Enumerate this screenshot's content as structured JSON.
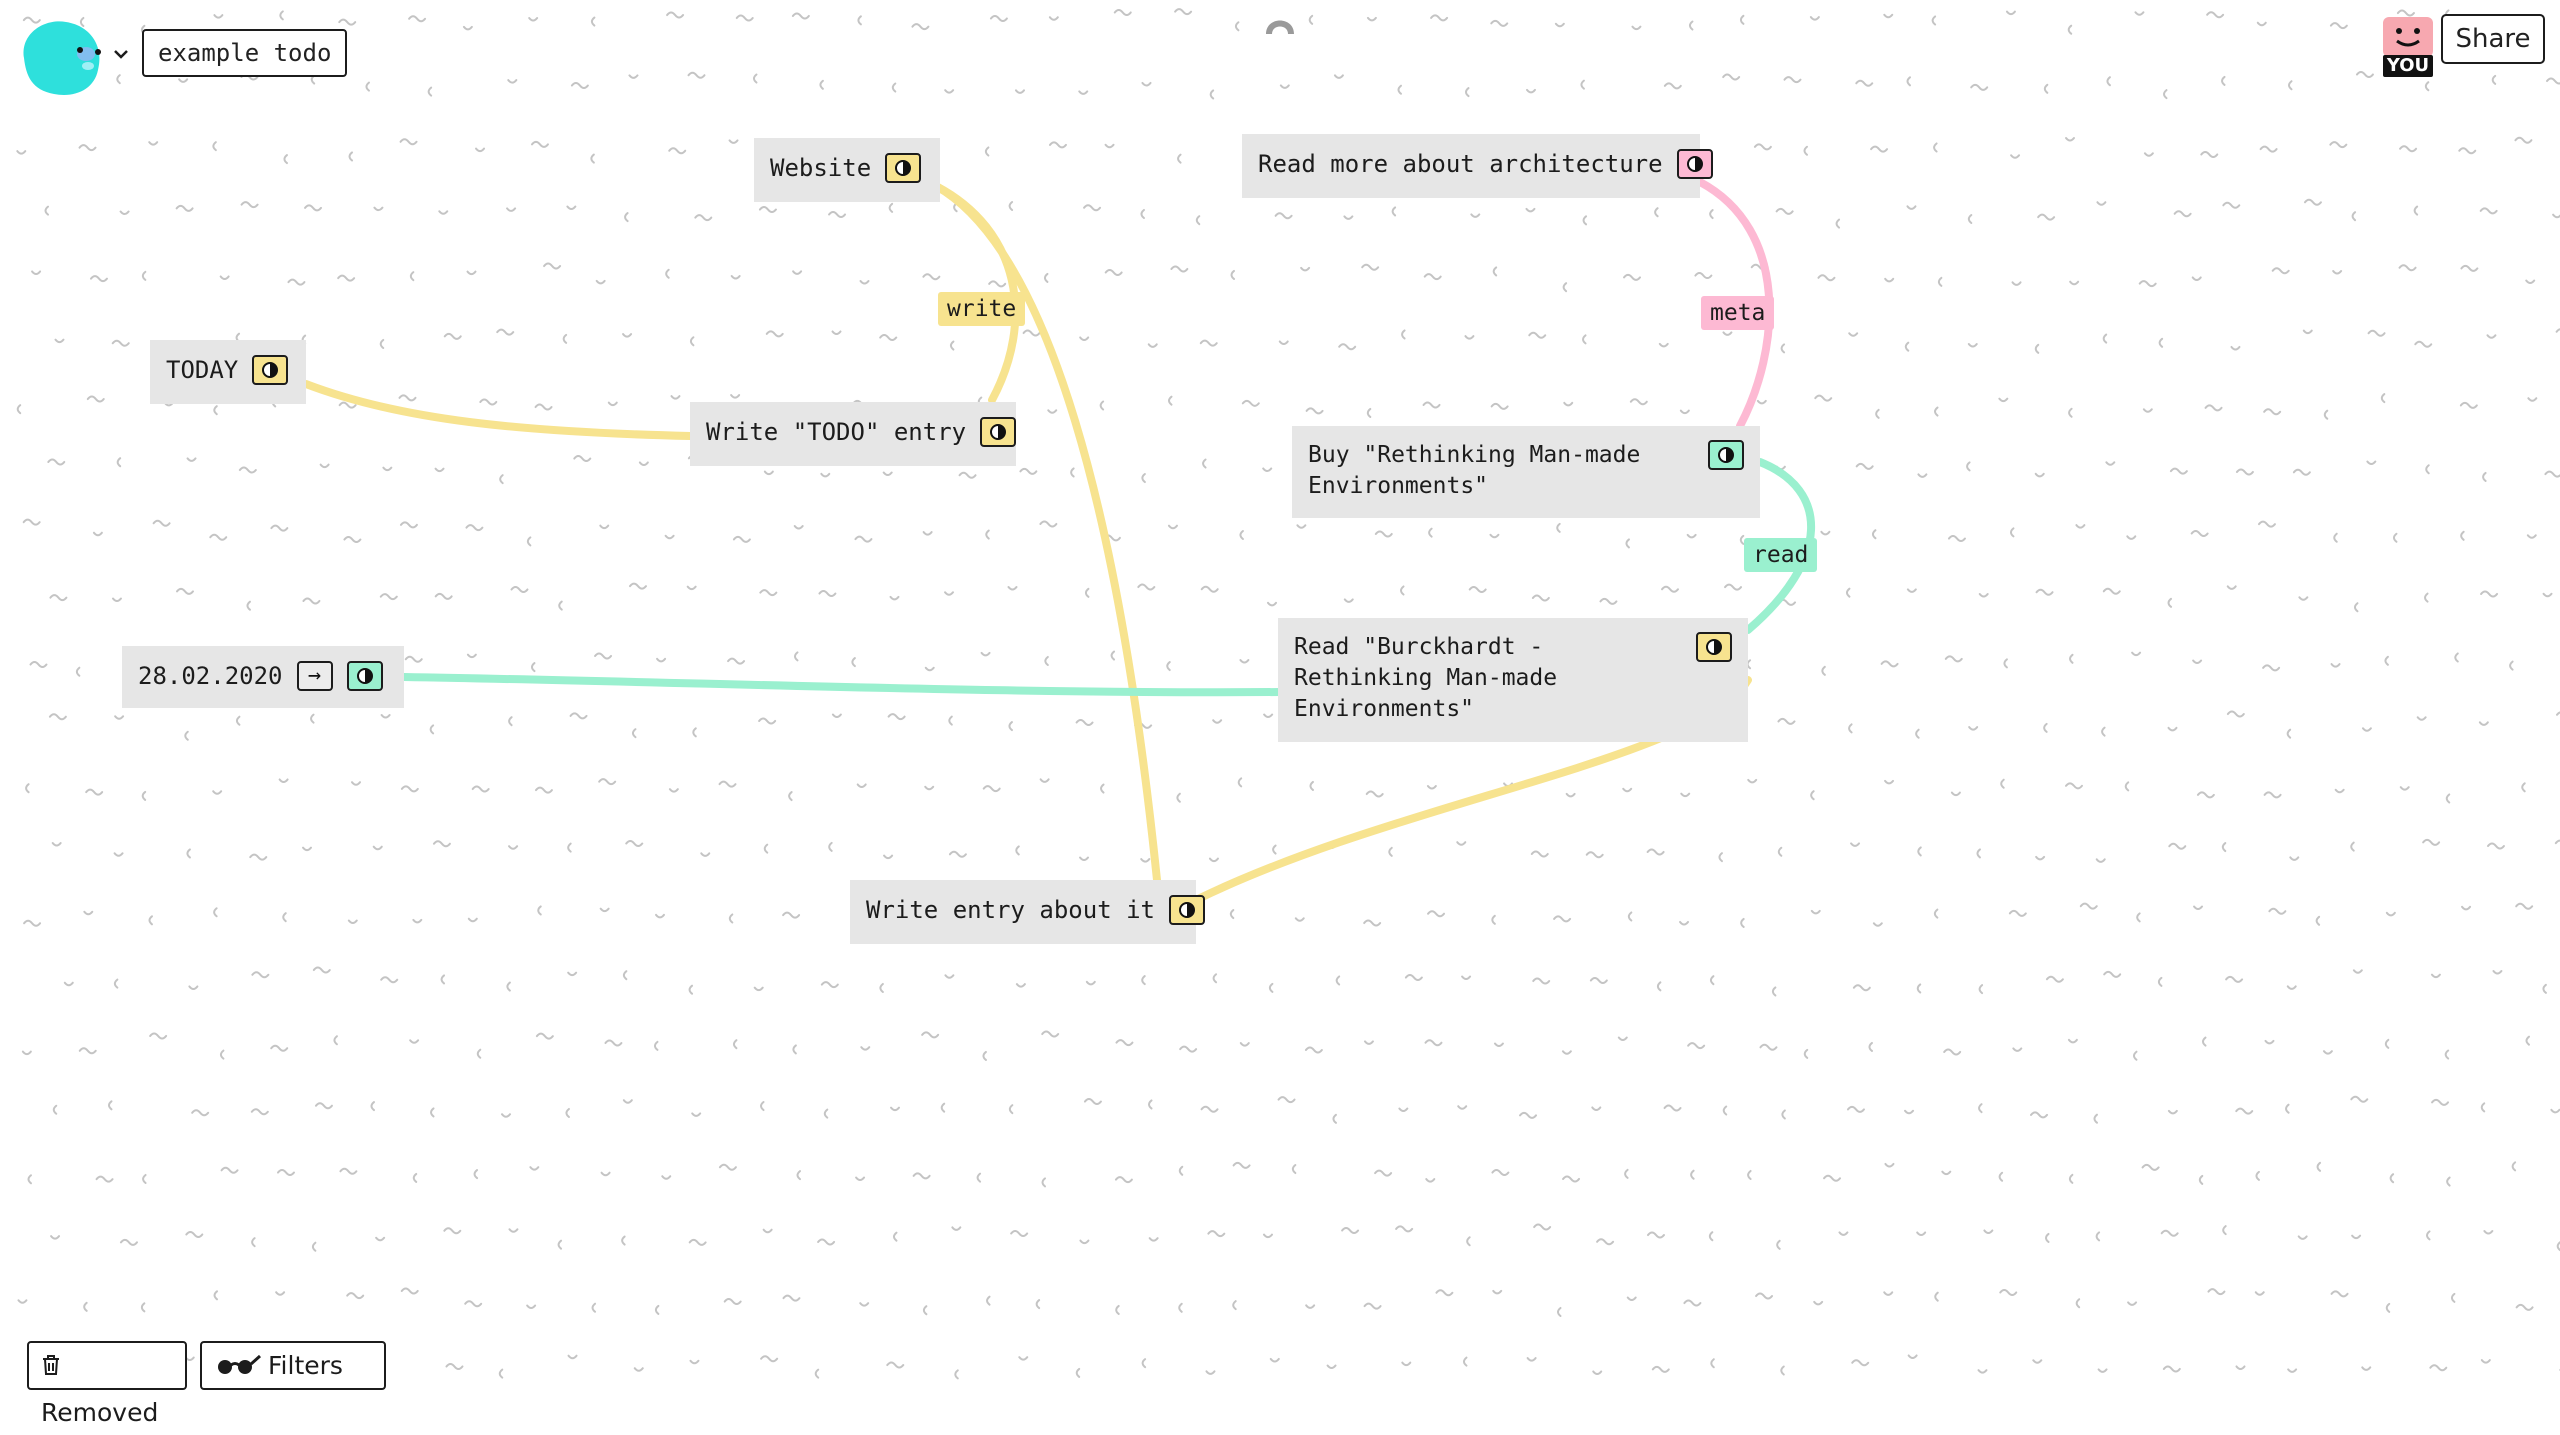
{
  "header": {
    "board_title": "example todo",
    "share_label": "Share",
    "user_badge": "YOU"
  },
  "cards": [
    {
      "id": "website",
      "text": "Website",
      "tag_color": "#f7e38f"
    },
    {
      "id": "read-architecture",
      "text": "Read more about architecture",
      "tag_color": "#fdb9d3"
    },
    {
      "id": "today",
      "text": "TODAY",
      "tag_color": "#f7e38f"
    },
    {
      "id": "write-todo",
      "text": "Write \"TODO\" entry",
      "tag_color": "#f7e38f"
    },
    {
      "id": "buy-book",
      "text": "Buy \"Rethinking Man-made\nEnvironments\"",
      "tag_color": "#9af0cf"
    },
    {
      "id": "date",
      "text": "28.02.2020",
      "tag_color": "#9af0cf"
    },
    {
      "id": "read-book",
      "text": "Read \"Burckhardt -\nRethinking Man-made\nEnvironments\"",
      "tag_color": "#f7e38f"
    },
    {
      "id": "write-entry",
      "text": "Write entry about it",
      "tag_color": "#f7e38f"
    }
  ],
  "date_arrow": "→",
  "connection_labels": {
    "write": "write",
    "meta": "meta",
    "read": "read"
  },
  "colors": {
    "yellow": "#f7e38f",
    "pink": "#fdb9d3",
    "mint": "#9af0cf",
    "card_bg": "#e6e6e6",
    "avatar": "#2ee0dc",
    "user_avatar": "#f7a8b0"
  },
  "icons": {
    "logo": "blob-avatar-icon",
    "dropdown": "chevron-down-icon",
    "status": "half-circle-icon",
    "user": "smiley-avatar-icon",
    "removed": "trash-icon",
    "filters": "glasses-icon",
    "loading": "spinner-icon"
  },
  "footer": {
    "removed_label": "Removed",
    "filters_label": "Filters"
  }
}
